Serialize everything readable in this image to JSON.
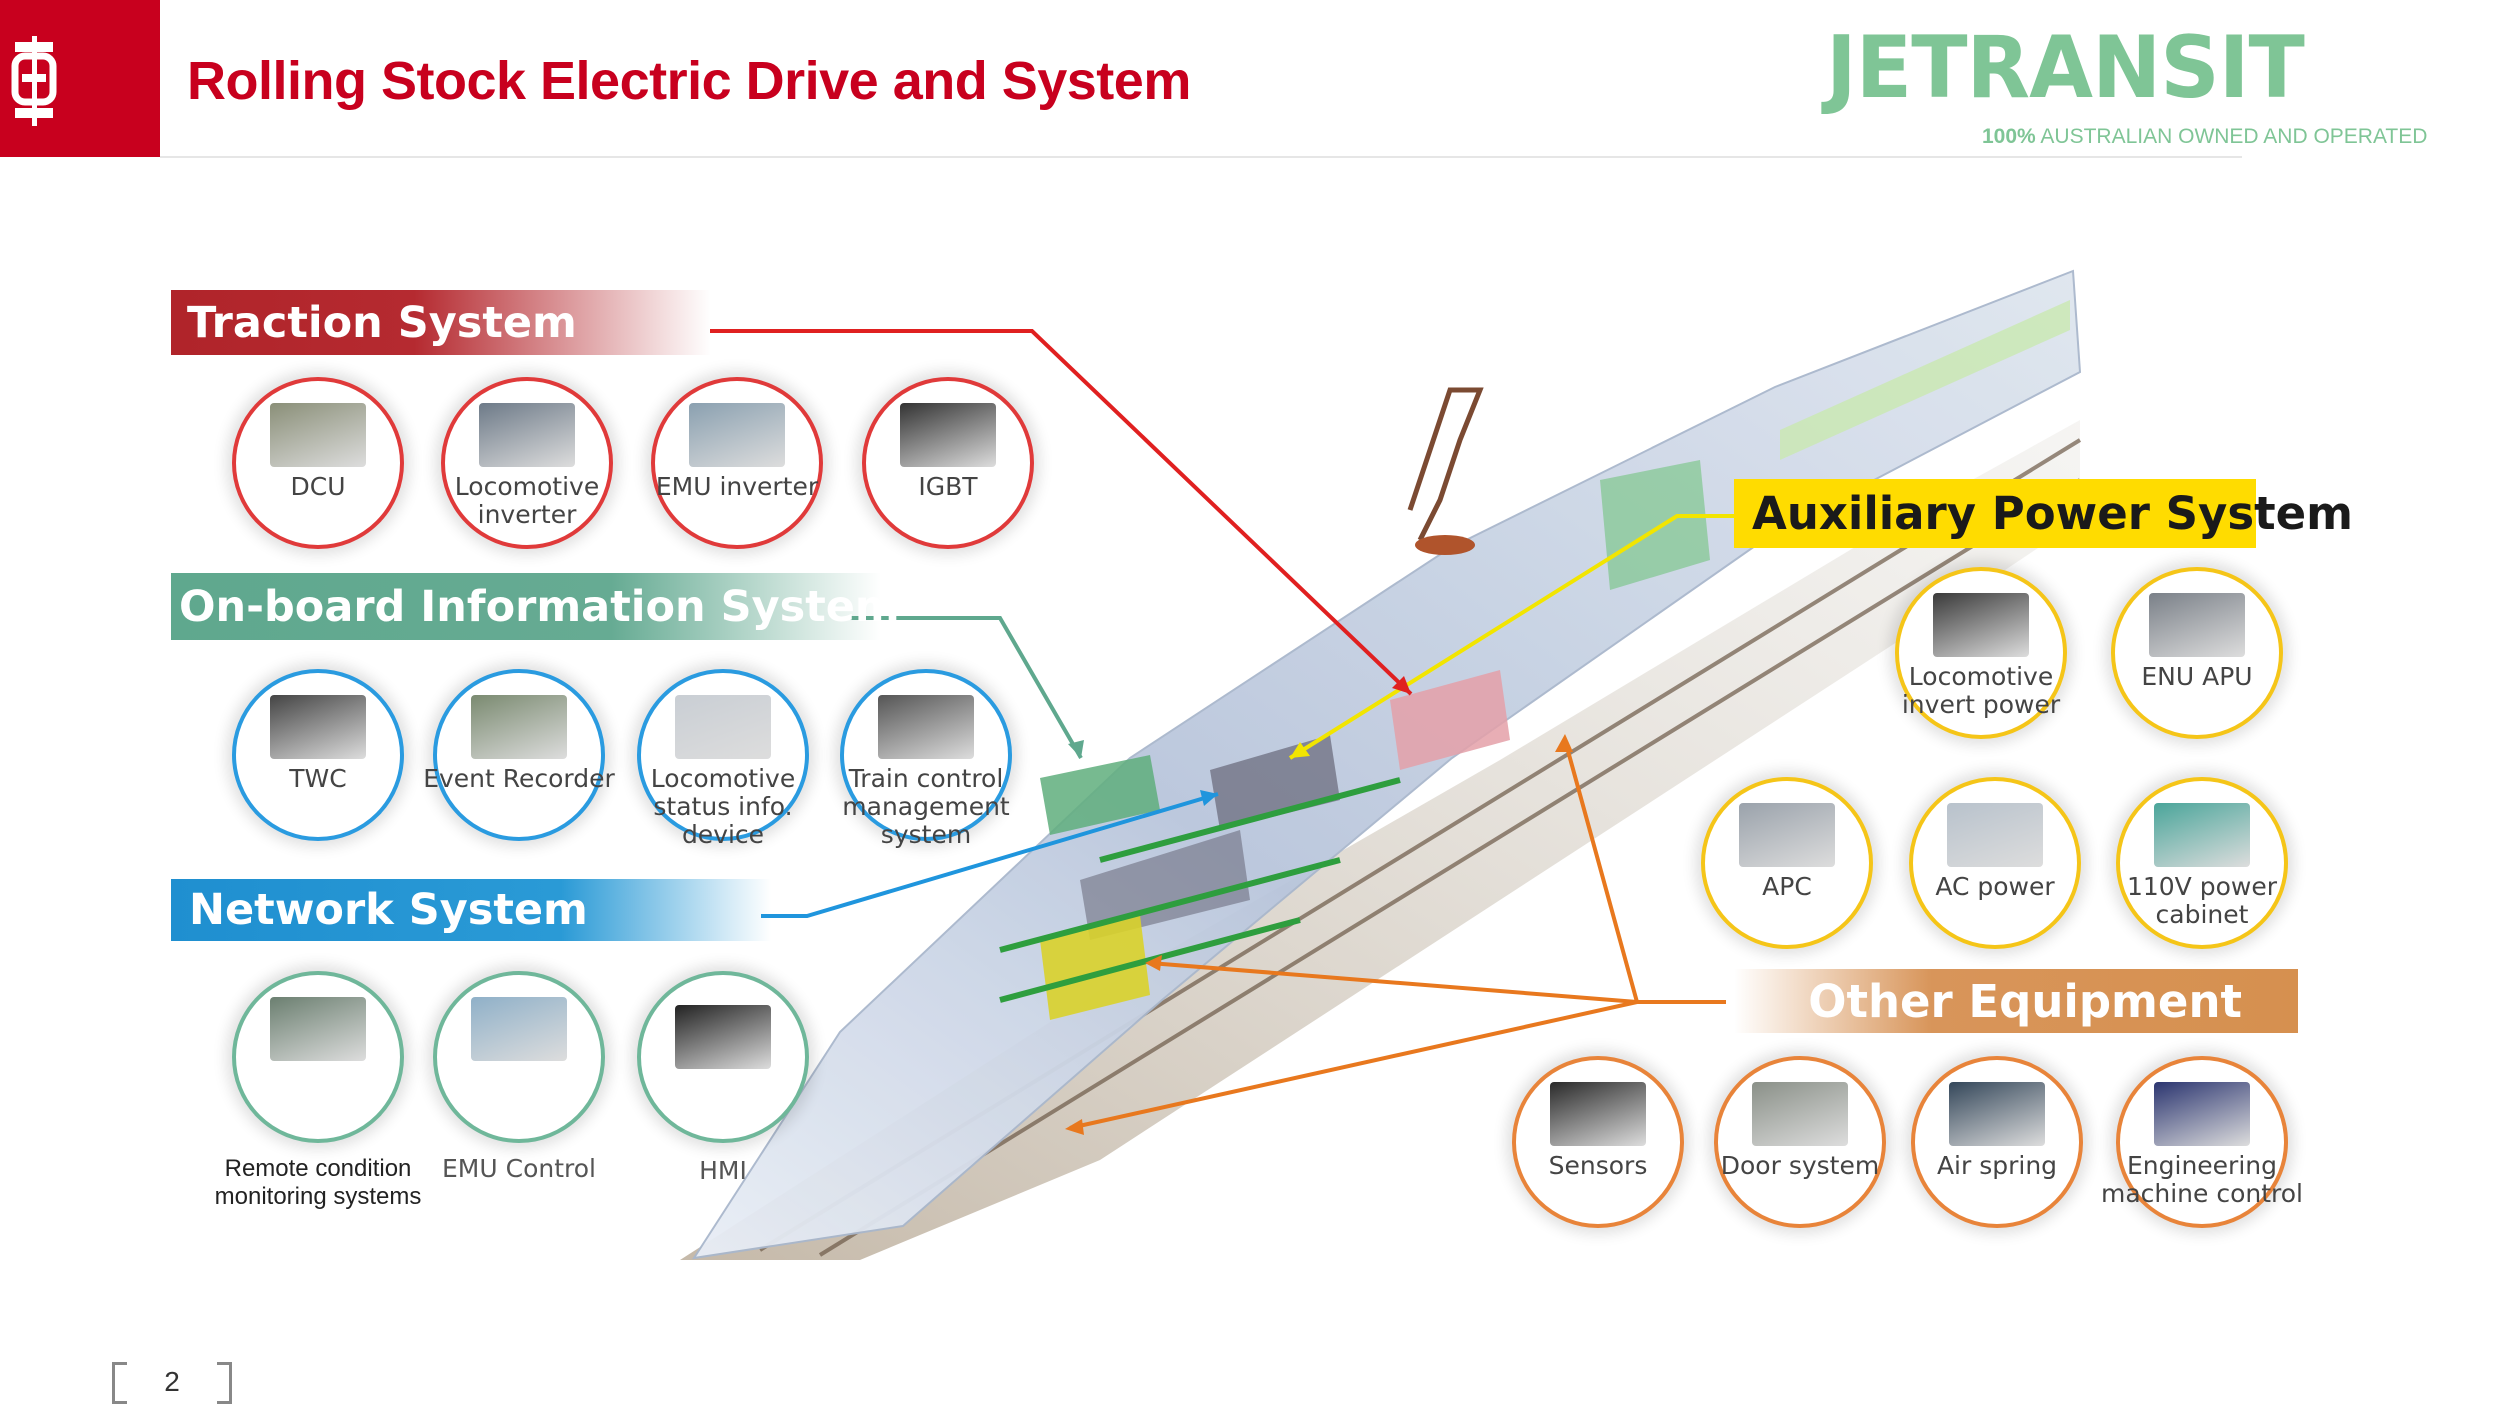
{
  "header": {
    "title": "Rolling Stock Electric Drive and System",
    "brand_name": "JETRANSIT",
    "tagline_bold": "100%",
    "tagline_rest": "AUSTRALIAN OWNED AND OPERATED"
  },
  "colors": {
    "brand_red": "#c8001e",
    "brand_green": "#7fc596",
    "traction": "#b0242a",
    "info": "#5fa88e",
    "network": "#1f8fd0",
    "auxiliary": "#ffdc00",
    "other": "#d6904f"
  },
  "sections": {
    "traction": {
      "title": "Traction System",
      "items": [
        "DCU",
        "Locomotive inverter",
        "EMU inverter",
        "IGBT"
      ]
    },
    "info": {
      "title": "On-board Information System",
      "items": [
        "TWC",
        "Event Recorder",
        "Locomotive status info. device",
        "Train control management system"
      ]
    },
    "network": {
      "title": "Network System",
      "items": [
        "Remote condition monitoring systems",
        "EMU Control",
        "HMI"
      ]
    },
    "auxiliary": {
      "title": "Auxiliary Power System",
      "items": [
        "Locomotive invert power",
        "ENU APU",
        "APC",
        "AC power",
        "110V power cabinet"
      ]
    },
    "other": {
      "title": "Other Equipment",
      "items": [
        "Sensors",
        "Door system",
        "Air spring",
        "Engineering machine control"
      ]
    }
  },
  "footer": {
    "page_number": "2"
  }
}
